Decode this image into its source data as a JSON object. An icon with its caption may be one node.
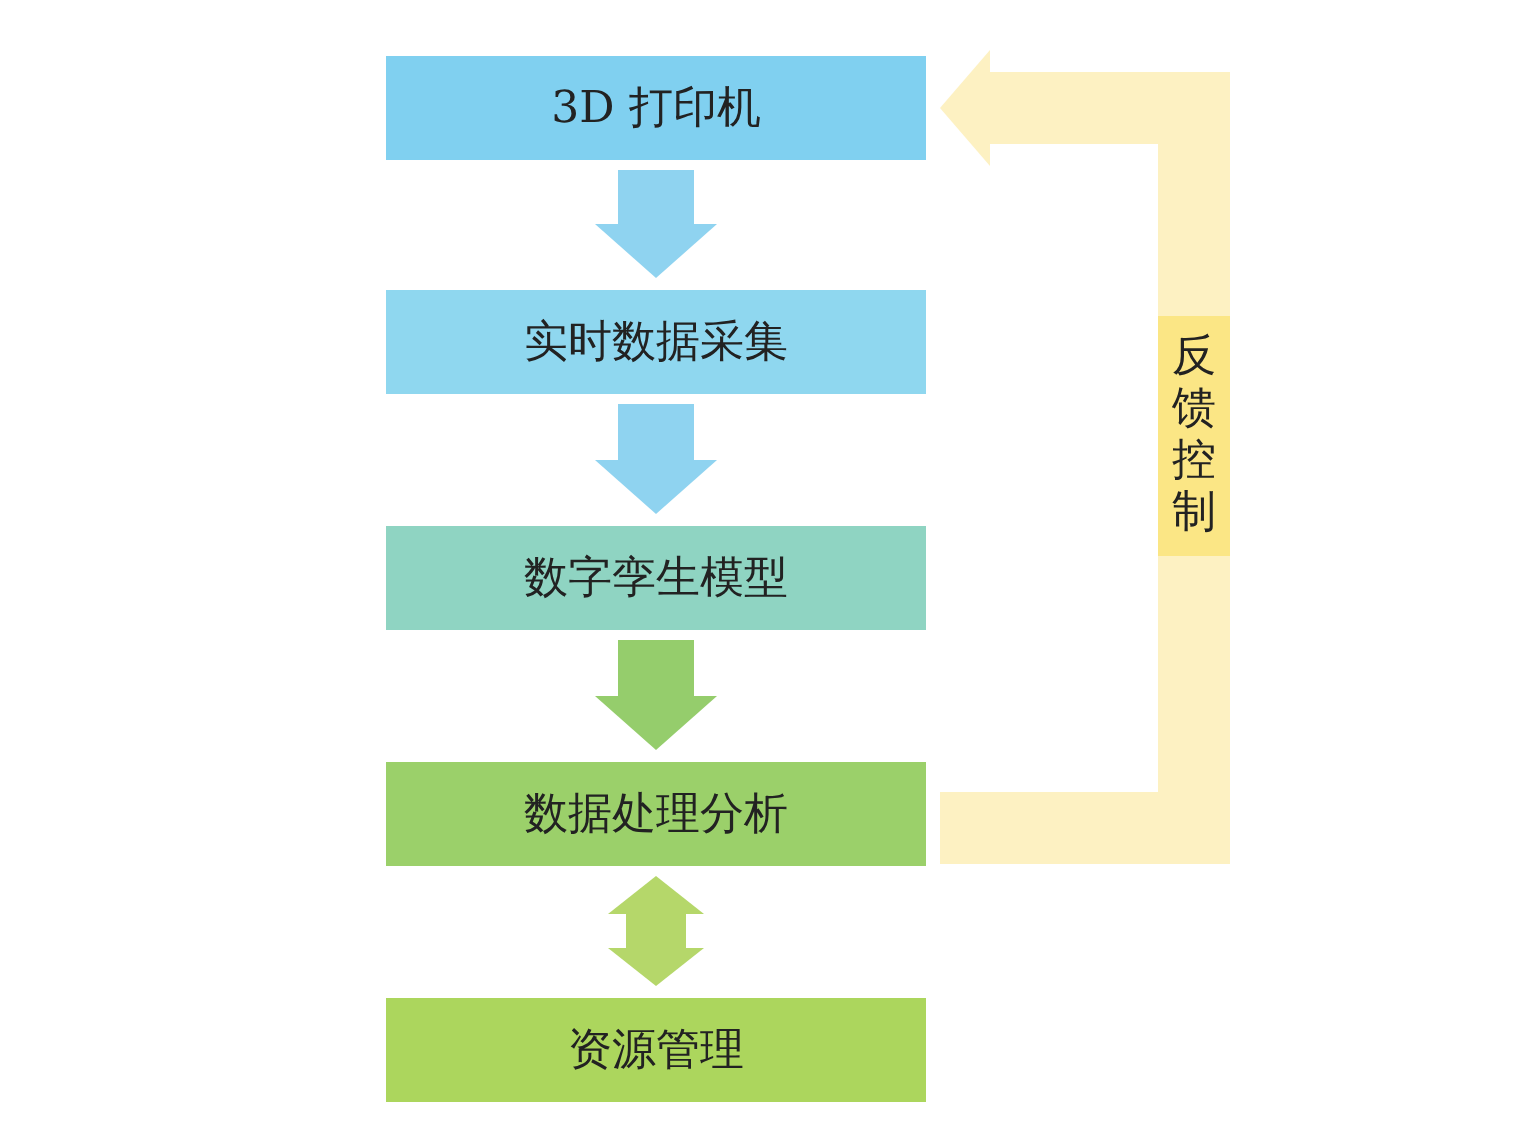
{
  "diagram": {
    "nodes": [
      {
        "text": [
          "3D 打印机"
        ]
      },
      {
        "text": [
          "实时数据采集"
        ]
      },
      {
        "text": [
          "数字孪生模型"
        ]
      },
      {
        "text": [
          "数据处理分析"
        ]
      },
      {
        "text": [
          "资源管理"
        ]
      }
    ],
    "edges": [
      {
        "from": 0,
        "to": 1,
        "arrow": "to"
      },
      {
        "from": 1,
        "to": 2,
        "arrow": "to"
      },
      {
        "from": 2,
        "to": 3,
        "arrow": "to",
        "color": "#95cd6c"
      },
      {
        "from": 3,
        "to": 4,
        "arrow": "both",
        "color": "#b5d76a"
      },
      {
        "from": 3,
        "to": 0,
        "arrow": "to",
        "label": "反馈控制",
        "color": "#fdf1c2"
      }
    ]
  }
}
